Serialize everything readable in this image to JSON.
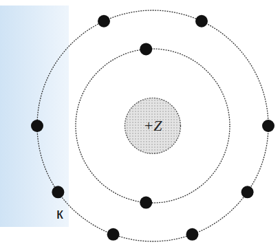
{
  "diagram": {
    "nodes": [
      {
        "text": [
          "+Z"
        ]
      }
    ],
    "labels": [
      ".",
      "к"
    ]
  }
}
